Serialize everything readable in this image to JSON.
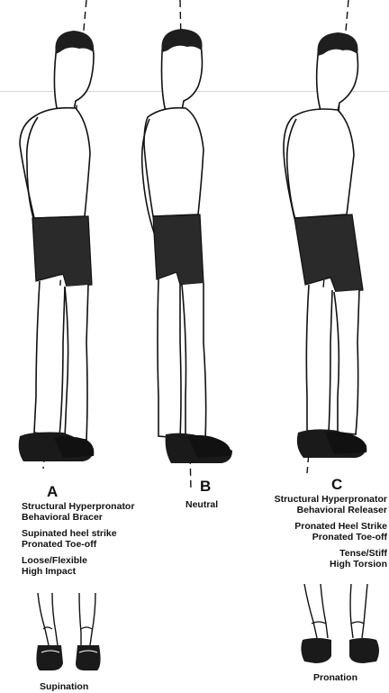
{
  "figures": [
    {
      "letter": "A",
      "lines": [
        "Structural Hyperpronator",
        "Behavioral Bracer",
        "Supinated heel strike",
        "Pronated Toe-off",
        "Loose/Flexible",
        "High Impact"
      ],
      "foot_label": "Supination"
    },
    {
      "letter": "B",
      "lines": [
        "Neutral"
      ]
    },
    {
      "letter": "C",
      "lines": [
        "Structural Hyperpronator",
        "Behavioral Releaser",
        "Pronated Heel Strike",
        "Pronated Toe-off",
        "Tense/Stiff",
        "High Torsion"
      ],
      "foot_label": "Pronation"
    }
  ],
  "colors": {
    "ink": "#111111",
    "shorts": "#2a2a2a",
    "shoe": "#1a1a1a"
  },
  "icons": [
    "standing-figure-icon",
    "plumb-line-icon",
    "feet-icon"
  ]
}
